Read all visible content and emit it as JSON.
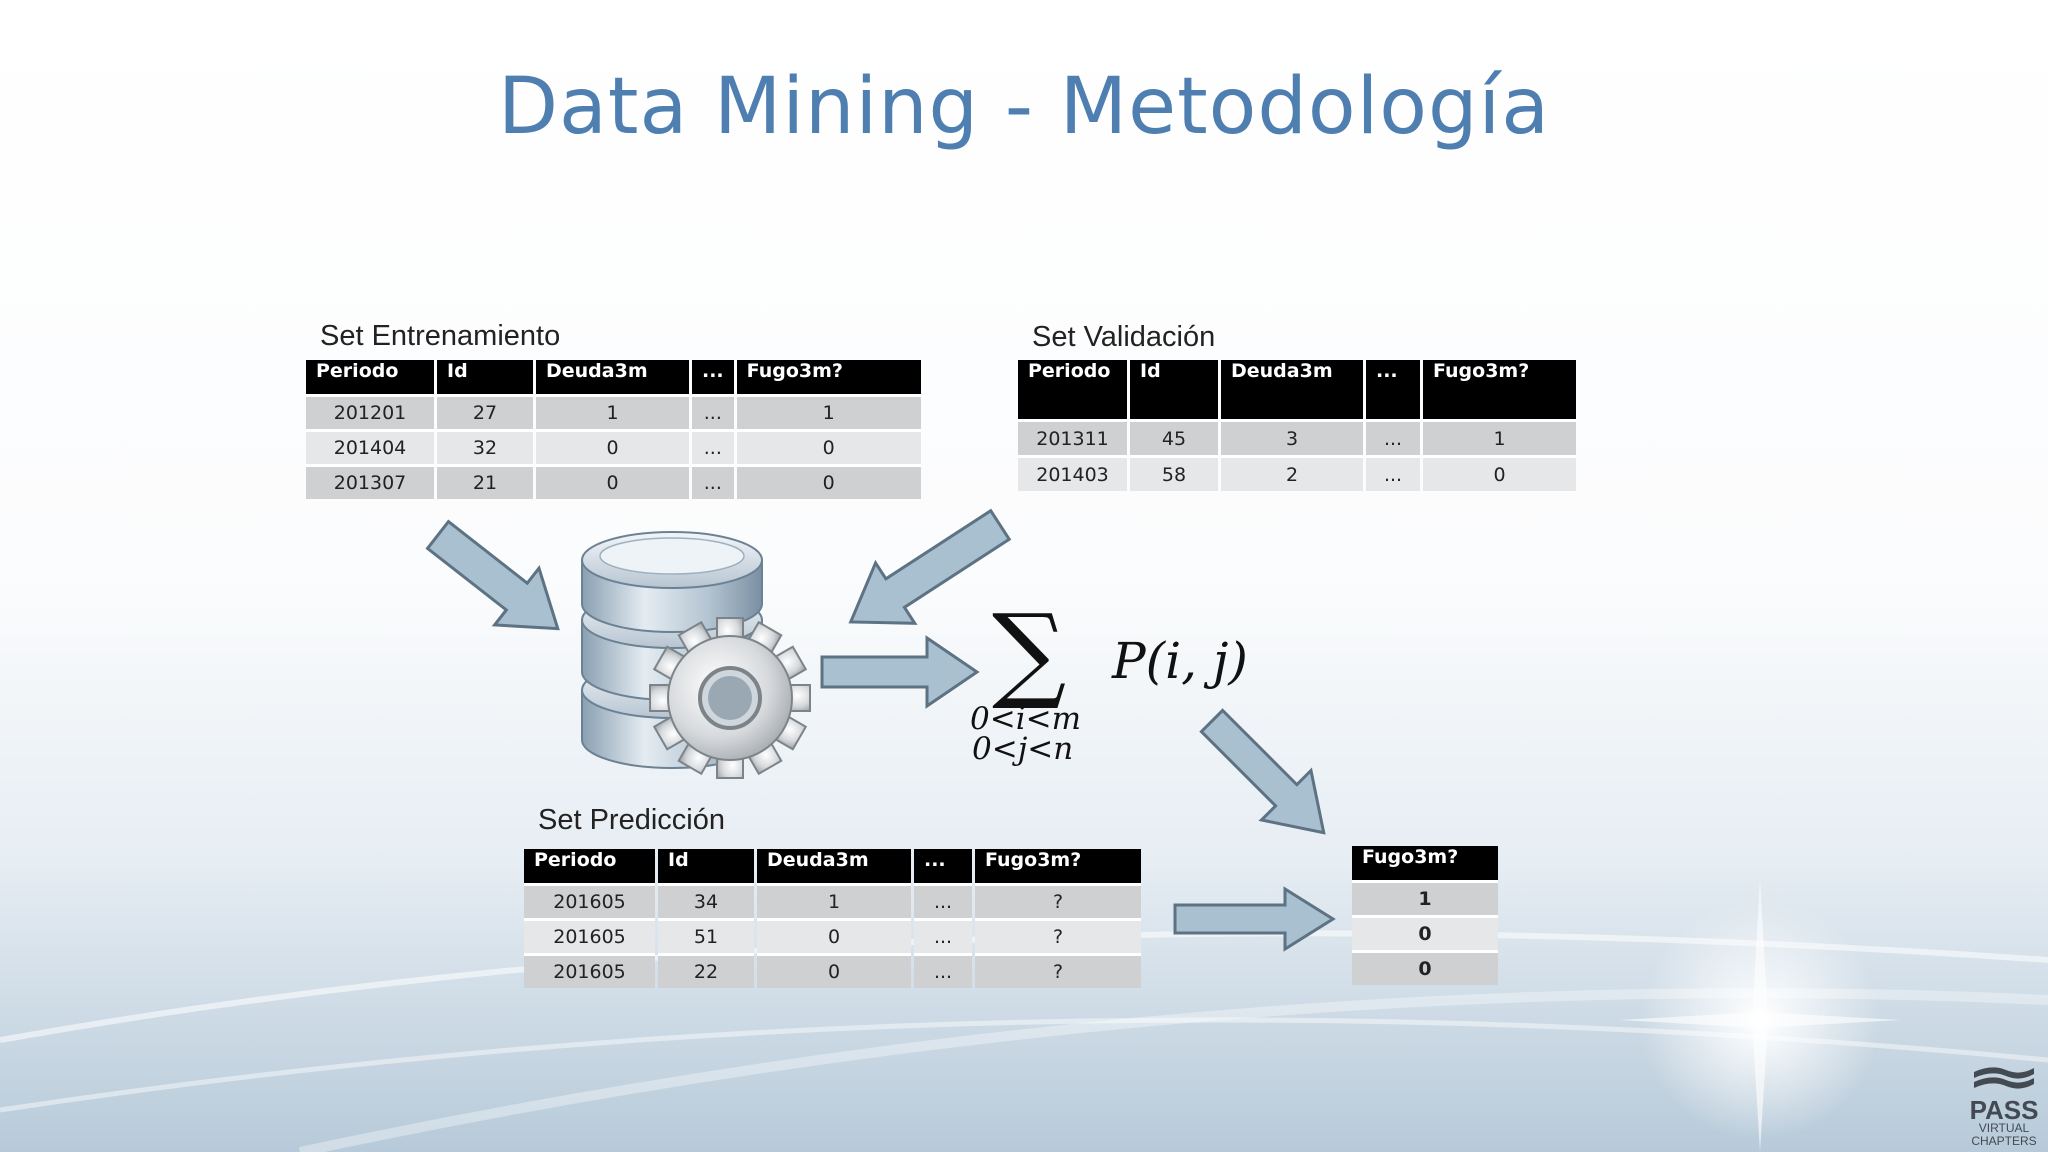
{
  "slide": {
    "title": "Data Mining - Metodología"
  },
  "training": {
    "label": "Set Entrenamiento",
    "headers": [
      "Periodo",
      "Id",
      "Deuda3m",
      "...",
      "Fugo3m?"
    ],
    "rows": [
      [
        "201201",
        "27",
        "1",
        "...",
        "1"
      ],
      [
        "201404",
        "32",
        "0",
        "...",
        "0"
      ],
      [
        "201307",
        "21",
        "0",
        "...",
        "0"
      ]
    ]
  },
  "validation": {
    "label": "Set Validación",
    "headers": [
      "Periodo",
      "Id",
      "Deuda3m",
      "...",
      "Fugo3m?"
    ],
    "rows": [
      [
        "201311",
        "45",
        "3",
        "...",
        "1"
      ],
      [
        "201403",
        "58",
        "2",
        "...",
        "0"
      ]
    ]
  },
  "prediction": {
    "label": "Set Predicción",
    "headers": [
      "Periodo",
      "Id",
      "Deuda3m",
      "...",
      "Fugo3m?"
    ],
    "rows": [
      [
        "201605",
        "34",
        "1",
        "...",
        "?"
      ],
      [
        "201605",
        "51",
        "0",
        "...",
        "?"
      ],
      [
        "201605",
        "22",
        "0",
        "...",
        "?"
      ]
    ]
  },
  "result": {
    "header": "Fugo3m?",
    "values": [
      "1",
      "0",
      "0"
    ]
  },
  "formula": {
    "sigma": "∑",
    "term": "P(i, j)",
    "limit1": "0<i<m",
    "limit2": "0<j<n"
  },
  "logo": {
    "brand": "PASS",
    "line1": "VIRTUAL",
    "line2": "CHAPTERS"
  },
  "icons": {
    "database": "database-gear-icon",
    "arrow": "flow-arrow-icon"
  },
  "colors": {
    "title": "#4f7fb0",
    "arrow_fill": "#a9c0d0",
    "arrow_stroke": "#5d7282",
    "header_bg": "#000000",
    "result_red": "#e00000",
    "question": "#2b5f9a"
  }
}
